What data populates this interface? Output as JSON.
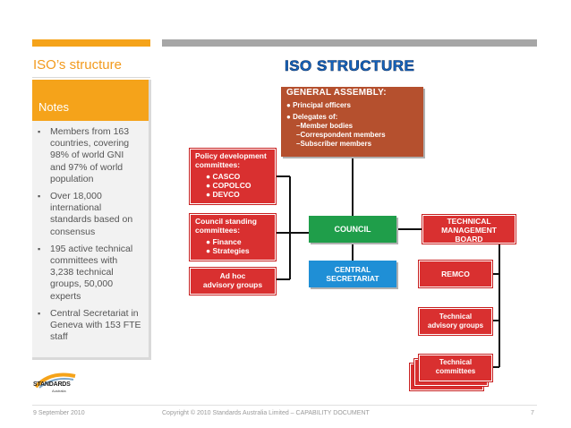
{
  "slide": {
    "title": "ISO’s structure",
    "notes_title": "Notes",
    "notes": [
      "Members from 163 countries, covering 98% of world GNI and 97% of world population",
      "Over 18,000 international standards based on consensus",
      "195 active technical committees with 3,238 technical groups, 50,000 experts",
      "Central Secretariat in Geneva with 153 FTE staff"
    ],
    "bullet_glyph": "▪"
  },
  "logo": {
    "name": "STANDARDS",
    "sub": "Australia"
  },
  "footer": {
    "date": "9 September 2010",
    "copyright": "Copyright © 2010 Standards Australia Limited  – CAPABILITY DOCUMENT",
    "page": "7"
  },
  "diagram": {
    "title": "ISO STRUCTURE",
    "general_assembly": {
      "title": "GENERAL ASSEMBLY:",
      "item1": "Principal officers",
      "item2": "Delegates of:",
      "sub1": "–Member bodies",
      "sub2": "–Correspondent members",
      "sub3": "–Subscriber members"
    },
    "policy": {
      "title_line1": "Policy development",
      "title_line2": "committees:",
      "items": [
        "CASCO",
        "COPOLCO",
        "DEVCO"
      ]
    },
    "council_standing": {
      "title_line1": "Council standing",
      "title_line2": "committees:",
      "items": [
        "Finance",
        "Strategies"
      ]
    },
    "ad_hoc": {
      "line1": "Ad hoc",
      "line2": "advisory groups"
    },
    "council": "COUNCIL",
    "central_secretariat": {
      "line1": "CENTRAL",
      "line2": "SECRETARIAT"
    },
    "tmb": {
      "line1": "TECHNICAL",
      "line2": "MANAGEMENT",
      "line3": "BOARD"
    },
    "remco": "REMCO",
    "tech_advisory": {
      "line1": "Technical",
      "line2": "advisory groups"
    },
    "tech_committees": {
      "line1": "Technical",
      "line2": "committees"
    },
    "colors": {
      "orange": "#f5a31a",
      "brown": "#b5502e",
      "red": "#d93030",
      "green": "#1f9e4a",
      "blue": "#1f8fd6",
      "title_blue": "#1565c0"
    }
  }
}
